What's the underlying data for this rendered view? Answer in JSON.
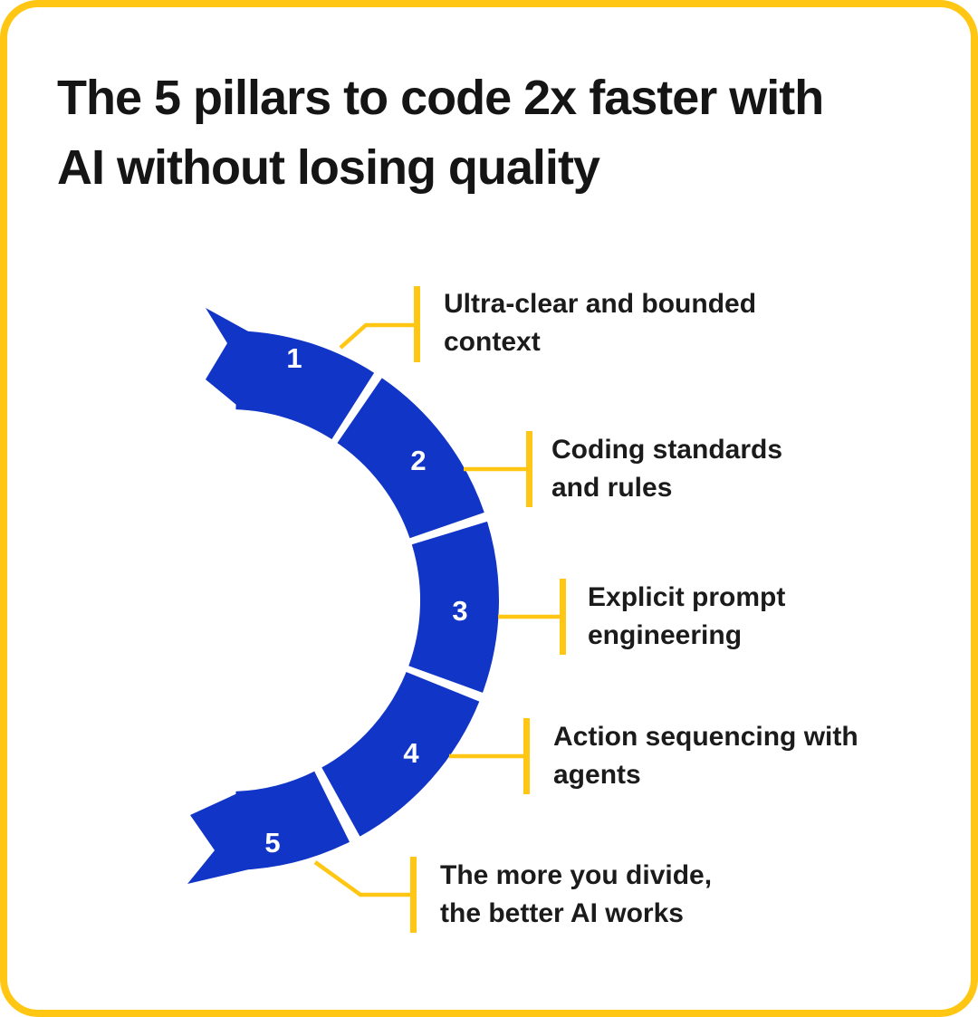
{
  "title": {
    "line1": "The 5 pillars to code 2x faster with",
    "line2": "AI without losing quality"
  },
  "colors": {
    "arc_blue": "#1135C7",
    "accent_yellow": "#FFC713",
    "text_dark": "#1b1b1b",
    "number_white": "#FFFFFF"
  },
  "pillars": [
    {
      "number": "1",
      "label_line1": "Ultra-clear and bounded",
      "label_line2": "context"
    },
    {
      "number": "2",
      "label_line1": "Coding standards",
      "label_line2": "and rules"
    },
    {
      "number": "3",
      "label_line1": "Explicit prompt",
      "label_line2": "engineering"
    },
    {
      "number": "4",
      "label_line1": "Action sequencing with",
      "label_line2": "agents"
    },
    {
      "number": "5",
      "label_line1": "The more you divide,",
      "label_line2": "the better AI works"
    }
  ]
}
